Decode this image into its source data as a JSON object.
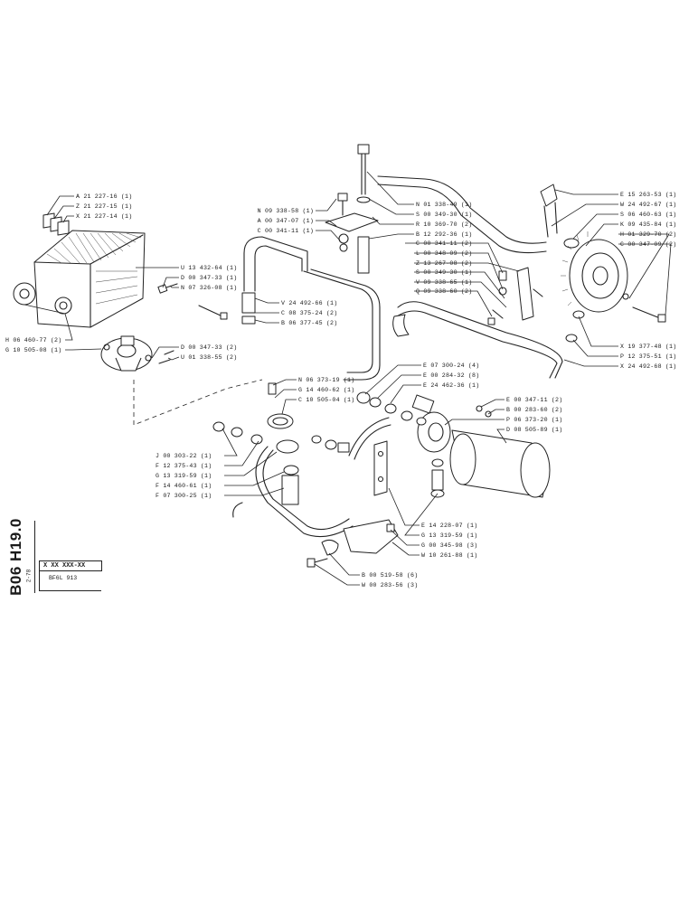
{
  "sheet": {
    "code": "B06 H19.0",
    "date": "2-78",
    "ref_number": "X XX XXX-XX",
    "model": "BF6L 913"
  },
  "labels": [
    "A 21 227-16 (1)",
    "Z 21 227-15 (1)",
    "X 21 227-14 (1)",
    "U 13 432-64 (1)",
    "D 00 347-33 (1)",
    "N 07 326-08 (1)",
    "H 06 460-77 (2)",
    "G 10 505-08 (1)",
    "D 00 347-33 (2)",
    "U 01 338-55 (2)",
    "N 09 338-58 (1)",
    "A 00 347-07 (1)",
    "C 00 341-11 (1)",
    "V 24 492-66 (1)",
    "C 08 375-24 (2)",
    "B 06 377-45 (2)",
    "N 01 338-49 (1)",
    "S 00 349-30 (1)",
    "R 10 369-70 (2)",
    "B 12 292-36 (1)",
    "C 00 341-11 (2)",
    "L 00 348-09 (2)",
    "Z 13 267-08 (2)",
    "S 00 349-30 (1)",
    "V 09 338-65 (1)",
    "Q 09 338-60 (2)",
    "E 15 263-53 (1)",
    "W 24 492-67 (1)",
    "S 06 460-63 (1)",
    "K 09 435-84 (1)",
    "H 01 329-70 (2)",
    "C 00 347-09 (2)",
    "X 19 377-48 (1)",
    "P 12 375-51 (1)",
    "X 24 492-68 (1)",
    "N 06 373-19 (1)",
    "G 14 460-62 (1)",
    "C 10 505-04 (1)",
    "E 07 300-24 (4)",
    "E 00 284-32 (8)",
    "E 24 462-36 (1)",
    "E 00 347-11 (2)",
    "B 00 283-60 (2)",
    "P 06 373-20 (1)",
    "D 08 505-89 (1)",
    "J 00 303-22 (1)",
    "F 12 375-43 (1)",
    "G 13 319-59 (1)",
    "F 14 460-61 (1)",
    "F 07 300-25 (1)",
    "E 14 228-07 (1)",
    "G 13 319-59 (1)",
    "G 00 345-98 (3)",
    "W 10 261-88 (1)",
    "B 00 519-58 (6)",
    "W 00 283-56 (3)"
  ]
}
